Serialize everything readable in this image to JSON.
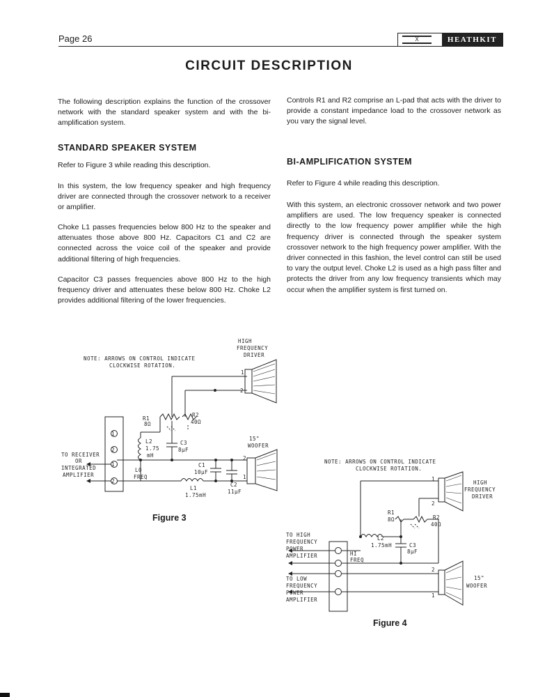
{
  "header": {
    "page": "Page 26",
    "logo_text": "HEATHKIT",
    "logo_mark": "X"
  },
  "title": "CIRCUIT DESCRIPTION",
  "left": {
    "intro": "The following description explains the function of the crossover network with the standard speaker system and with the bi-amplification system.",
    "heading": "STANDARD SPEAKER SYSTEM",
    "p1": "Refer to Figure 3 while reading this description.",
    "p2": "In this system, the low frequency speaker and high frequency driver are connected through the crossover network to a receiver or amplifier.",
    "p3": "Choke L1 passes frequencies below 800 Hz to the speaker and attenuates those above 800 Hz. Capacitors C1 and C2 are connected across the voice coil of the speaker and provide additional filtering of high frequencies.",
    "p4": "Capacitor C3 passes frequencies above 800 Hz to the high frequency driver and attenuates these below 800 Hz. Choke L2 provides additional filtering of the lower frequencies."
  },
  "right": {
    "intro": "Controls R1 and R2 comprise an L-pad that acts with the driver to provide a constant impedance load to the crossover network as you vary the signal level.",
    "heading": "BI-AMPLIFICATION SYSTEM",
    "p1": "Refer to Figure 4 while reading this description.",
    "p2": "With this system, an electronic crossover network and two power amplifiers are used. The low frequency speaker is connected directly to the low frequency power amplifier while the high frequency driver is connected through the speaker system crossover network to the high frequency power amplifier. With the driver connected in this fashion, the level control can still be used to vary the output level. Choke L2 is used as a high pass filter and protects the driver from any low frequency transients which may occur when the amplifier system is first turned on."
  },
  "fig3": {
    "caption": "Figure 3",
    "note1": "NOTE: ARROWS ON CONTROL INDICATE",
    "note2": "CLOCKWISE ROTATION.",
    "hf1": "HIGH",
    "hf2": "FREQUENCY",
    "hf3": "DRIVER",
    "woofer1": "15\"",
    "woofer2": "WOOFER",
    "to1": "TO RECEIVER",
    "to2": "OR",
    "to3": "INTEGRATED",
    "to4": "AMPLIFIER",
    "lo1": "LO",
    "lo2": "FREQ",
    "r1": "R1",
    "r1v": "8Ω",
    "r2": "R2",
    "r2v": "40Ω",
    "l2": "L2",
    "l2v1": "1.75",
    "l2v2": "mH",
    "c3": "C3",
    "c3v": "8μF",
    "c1": "C1",
    "c1v": "10μF",
    "c2": "C2",
    "c2v": "11μF",
    "l1": "L1",
    "l1v": "1.75mH",
    "t1": "1",
    "t2": "2",
    "n1": "1",
    "n2": "2",
    "n3": "1",
    "n4": "2"
  },
  "fig4": {
    "caption": "Figure 4",
    "note1": "NOTE: ARROWS ON CONTROL INDICATE",
    "note2": "CLOCKWISE ROTATION.",
    "hf1": "HIGH",
    "hf2": "FREQUENCY",
    "hf3": "DRIVER",
    "woofer1": "15\"",
    "woofer2": "WOOFER",
    "hi1": "TO HIGH",
    "hi2": "FREQUENCY",
    "hi3": "POWER",
    "hi4": "AMPLIFIER",
    "lo1": "TO LOW",
    "lo2": "FREQUENCY",
    "lo3": "POWER",
    "lo4": "AMPLIFIER",
    "hf_a": "HI",
    "hf_b": "FREQ",
    "r1": "R1",
    "r1v": "8Ω",
    "r2": "R2",
    "r2v": "40Ω",
    "l2": "L2",
    "l2v": "1.75mH",
    "c3": "C3",
    "c3v": "8μF",
    "t1": "1",
    "t2": "2",
    "t3": "2",
    "t4": "1"
  }
}
